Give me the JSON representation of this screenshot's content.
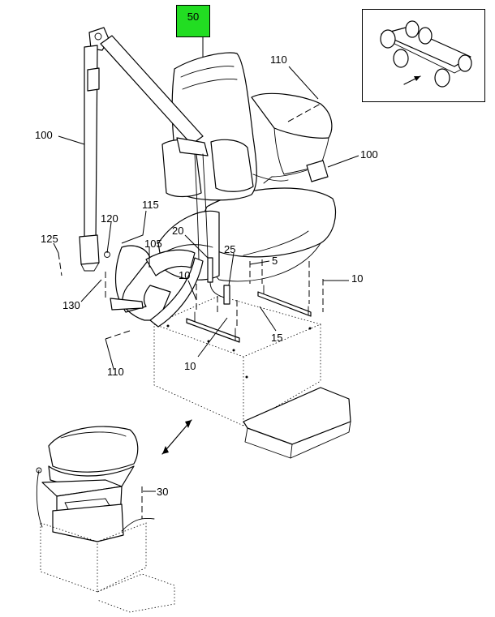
{
  "highlighted_callout": "50",
  "callouts": {
    "c110_top": "110",
    "c100_left": "100",
    "c100_right": "100",
    "c115": "115",
    "c120": "120",
    "c125": "125",
    "c105": "105",
    "c20": "20",
    "c25": "25",
    "c5": "5",
    "c10_right": "10",
    "c10_upper": "10",
    "c10_lower": "10",
    "c15": "15",
    "c130": "130",
    "c110_bottom": "110",
    "c30": "30"
  }
}
